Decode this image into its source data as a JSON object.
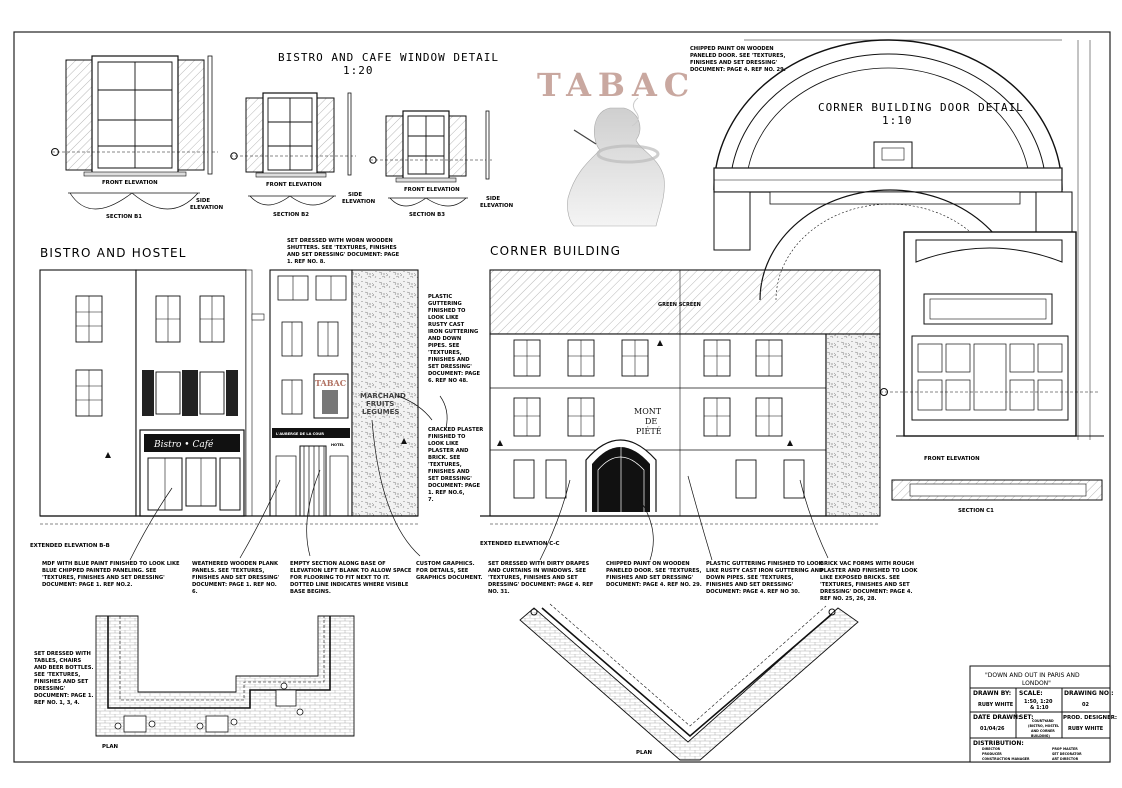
{
  "window_detail": {
    "title": "BISTRO AND CAFE WINDOW DETAIL",
    "scale": "1:20",
    "front_elevation": "FRONT ELEVATION",
    "side_elevation_line1": "SIDE",
    "side_elevation_line2": "ELEVATION",
    "section_b1": "SECTION B1",
    "section_b2": "SECTION B2",
    "section_b3": "SECTION B3"
  },
  "tabac_graphic": {
    "word": "TABAC"
  },
  "door_detail": {
    "title": "CORNER BUILDING DOOR DETAIL",
    "scale": "1:10",
    "front_elevation": "FRONT ELEVATION",
    "section_c1": "SECTION C1",
    "note_lines": [
      "CHIPPED PAINT ON WOODEN",
      "PANELED DOOR. SEE 'TEXTURES,",
      "FINISHES AND SET DRESSING'",
      "DOCUMENT: PAGE 4. REF NO. 29."
    ]
  },
  "bistro": {
    "title": "BISTRO AND HOSTEL",
    "elevation_label": "EXTENDED ELEVATION B-B",
    "sign_bistro": "Bistro • Café",
    "sign_tabac": "TABAC",
    "sign_hotel": "HOTEL",
    "sign_auberge": "L'AUBERGE DE LA COUR",
    "mural_lines": [
      "MARCHAND",
      "FRUITS",
      "LEGUMES"
    ],
    "note_top": [
      "SET DRESSED WITH WORN WOODEN",
      "SHUTTERS. SEE 'TEXTURES, FINISHES",
      "AND SET DRESSING' DOCUMENT: PAGE",
      "1. REF NO. 8."
    ],
    "note_gutter": [
      "PLASTIC",
      "GUTTERING",
      "FINISHED TO",
      "LOOK LIKE",
      "RUSTY CAST",
      "IRON GUTTERING",
      "AND DOWN",
      "PIPES. SEE",
      "'TEXTURES,",
      "FINISHES AND",
      "SET DRESSING'",
      "DOCUMENT: PAGE",
      "6. REF NO 48."
    ],
    "note_plaster": [
      "CRACKED PLASTER",
      "FINISHED TO",
      "LOOK LIKE",
      "PLASTER AND",
      "BRICK. SEE",
      "'TEXTURES,",
      "FINISHES AND",
      "SET DRESSING'",
      "DOCUMENT: PAGE",
      "1. REF NO.6,",
      "7."
    ],
    "note_mdf": [
      "MDF WITH BLUE PAINT FINISHED TO LOOK LIKE",
      "BLUE CHIPPED PAINTED PANELING. SEE",
      "'TEXTURES, FINISHES AND SET DRESSING'",
      "DOCUMENT: PAGE 1. REF NO.2."
    ],
    "note_planks": [
      "WEATHERED WOODEN PLANK",
      "PANELS. SEE 'TEXTURES,",
      "FINISHES AND SET DRESSING'",
      "DOCUMENT: PAGE 1. REF NO.",
      "6."
    ],
    "note_empty": [
      "EMPTY SECTION ALONG BASE OF",
      "ELEVATION LEFT BLANK TO ALLOW SPACE",
      "FOR FLOORING TO FIT NEXT TO IT.",
      "DOTTED LINE INDICATES WHERE VISIBLE",
      "BASE BEGINS."
    ],
    "note_graphics": [
      "CUSTOM GRAPHICS.",
      "FOR DETAILS, SEE",
      "GRAPHICS DOCUMENT."
    ]
  },
  "corner": {
    "title": "CORNER BUILDING",
    "elevation_label": "EXTENDED ELEVATION C-C",
    "green_screen": "GREEN SCREEN",
    "sign_lines": [
      "MONT",
      "DE",
      "PIÉTÉ"
    ],
    "note_drapes": [
      "SET DRESSED WITH DIRTY DRAPES",
      "AND CURTAINS IN WINDOWS. SEE",
      "'TEXTURES, FINISHES AND SET",
      "DRESSING' DOCUMENT: PAGE 4. REF",
      "NO. 31."
    ],
    "note_door": [
      "CHIPPED PAINT ON WOODEN",
      "PANELED DOOR. SEE 'TEXTURES,",
      "FINISHES AND SET DRESSING'",
      "DOCUMENT: PAGE 4. REF NO. 29."
    ],
    "note_gutter": [
      "PLASTIC GUTTERING FINISHED TO LOOK",
      "LIKE RUSTY CAST IRON GUTTERING AND",
      "DOWN PIPES. SEE 'TEXTURES,",
      "FINISHES AND SET DRESSING'",
      "DOCUMENT: PAGE 4. REF NO 30."
    ],
    "note_brick": [
      "BRICK VAC FORMS WITH ROUGH",
      "PLASTER AND FINISHED TO LOOK",
      "LIKE EXPOSED BRICKS. SEE",
      "'TEXTURES, FINISHES AND SET",
      "DRESSING' DOCUMENT: PAGE 4.",
      "REF NO. 25, 26, 28."
    ]
  },
  "plans": {
    "left_label": "PLAN",
    "right_label": "PLAN",
    "note_tables": [
      "SET DRESSED WITH",
      "TABLES, CHAIRS",
      "AND BEER BOTTLES.",
      "SEE 'TEXTURES,",
      "FINISHES AND SET",
      "DRESSING'",
      "DOCUMENT: PAGE 1.",
      "REF NO. 1, 3, 4."
    ]
  },
  "title_block": {
    "project_line1": "\"DOWN AND OUT IN PARIS AND",
    "project_line2": "LONDON\"",
    "drawn_by_label": "DRAWN BY:",
    "drawn_by": "RUBY WHITE",
    "scale_label": "SCALE:",
    "scale_line1": "1:50, 1:20",
    "scale_line2": "& 1:10",
    "drawing_no_label": "DRAWING NO.:",
    "drawing_no": "02",
    "date_label": "DATE DRAWN:",
    "date": "01/04/26",
    "set_label": "SET:",
    "set_lines": [
      "COURTYARD",
      "(BISTRO, HOSTEL",
      "AND CORNER",
      "BUILDING)"
    ],
    "prod_designer_label": "PROD. DESIGNER:",
    "prod_designer": "RUBY WHITE",
    "distribution_label": "DISTRIBUTION:",
    "distribution_left": [
      "DIRECTOR",
      "PRODUCER",
      "CONSTRUCTION MANAGER"
    ],
    "distribution_right": [
      "PROP MASTER",
      "SET DECORATOR",
      "ART DIRECTOR"
    ]
  }
}
